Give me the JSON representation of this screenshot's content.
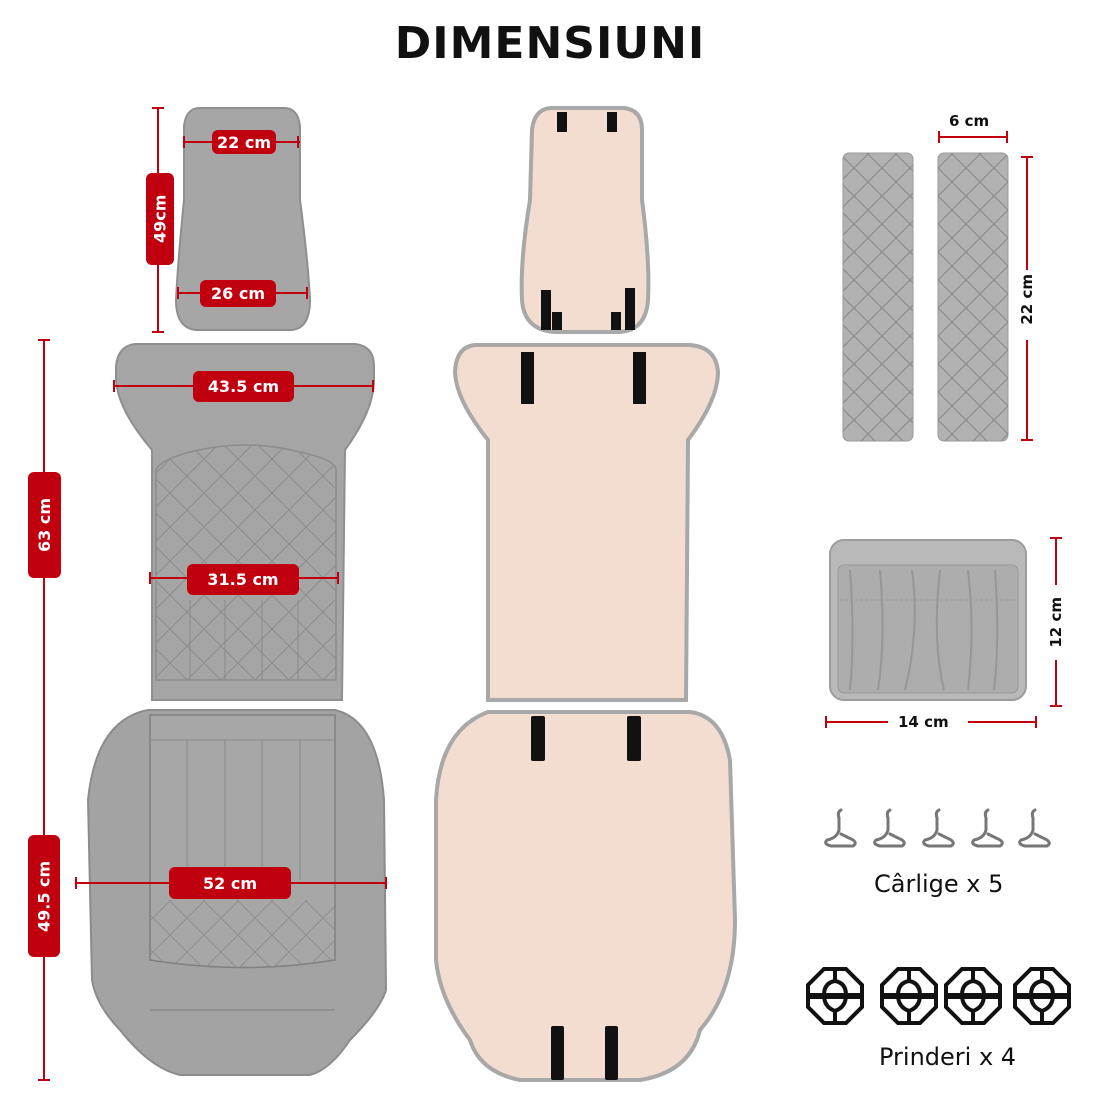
{
  "title": "DIMENSIUNI",
  "colors": {
    "dimension_red": "#c0000f",
    "cover_gray": "#a3a3a3",
    "cover_gray_dark": "#8c8c8c",
    "backing_beige": "#f2ddd0",
    "strap_black": "#111111",
    "border_gray": "#b0b0b0"
  },
  "headrest": {
    "height_label": "49cm",
    "top_width_label": "22 cm",
    "bottom_width_label": "26 cm"
  },
  "backrest": {
    "height_label": "63 cm",
    "top_width_label": "43.5 cm",
    "mid_width_label": "31.5 cm"
  },
  "seat": {
    "depth_label": "49.5 cm",
    "width_label": "52 cm"
  },
  "belt_pads": {
    "width_label": "6 cm",
    "length_label": "22 cm",
    "count": 2
  },
  "pocket": {
    "height_label": "12 cm",
    "width_label": "14 cm"
  },
  "hooks": {
    "caption": "Cârlige x 5",
    "count": 5
  },
  "clips": {
    "caption": "Prinderi x 4",
    "count": 4
  }
}
